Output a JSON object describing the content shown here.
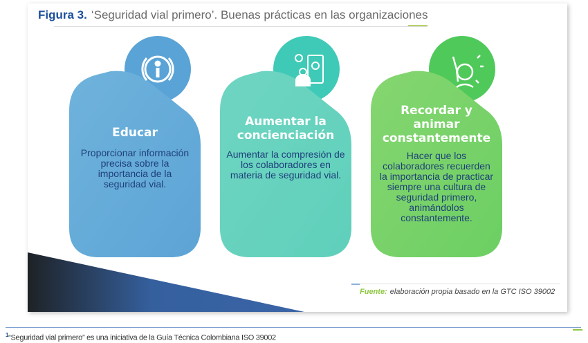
{
  "figure": {
    "label": "Figura 3.",
    "title": "‘Seguridad vial primero’. Buenas prácticas en las organizaciones"
  },
  "cards": [
    {
      "heading": "Educar",
      "body": "Proporcionar información precisa sobre la importancia de la seguridad vial.",
      "icon": "info-icon",
      "color": "#67acd9"
    },
    {
      "heading": "Aumentar la concienciación",
      "body": "Aumentar la compresión de los colaboradores en materia de seguridad vial.",
      "icon": "presentation-icon",
      "color": "#66d3be"
    },
    {
      "heading": "Recordar y animar constantemente",
      "body": "Hacer que los colaboradores recuerden la importancia de practicar siempre una cultura de seguridad primero, animándolos constantemente.",
      "icon": "cheering-person-icon",
      "color": "#7dd36a"
    }
  ],
  "source": {
    "label": "Fuente:",
    "text": "elaboración propia basado en la GTC ISO 39002"
  },
  "footnote": {
    "mark": "1",
    "text": "“Seguridad vial primero” es una iniciativa de la Guía Técnica Colombiana ISO 39002"
  }
}
